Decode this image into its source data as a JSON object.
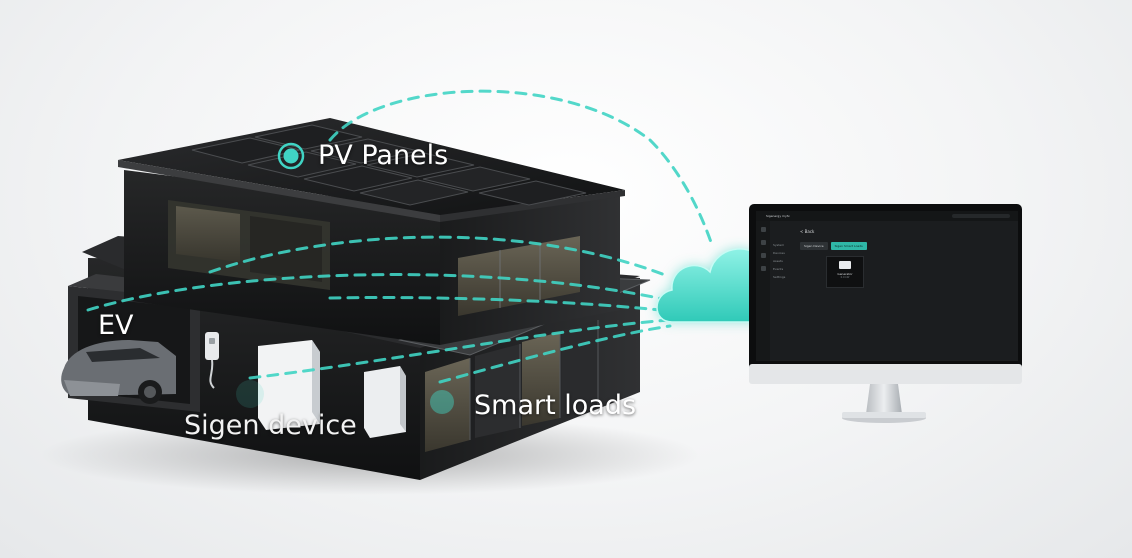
{
  "labels": {
    "pv_panels": "PV Panels",
    "ev": "EV",
    "sigen_device": "Sigen device",
    "smart_loads": "Smart loads"
  },
  "colors": {
    "accent_teal": "#40d4c4",
    "building_dark": "#1c1c1c",
    "background": "#f1f2f3"
  },
  "icons": {
    "pv_dot": "location-dot-icon",
    "cloud": "cloud-icon",
    "monitor": "monitor-icon"
  },
  "monitor_ui": {
    "app_title": "Sigenergy mySi",
    "back": "< Back",
    "tabs": [
      "Sigen Device",
      "Sigen Smart Loads"
    ],
    "side_items": [
      "System",
      "Devices",
      "Assets",
      "Events",
      "Settings"
    ],
    "card_title": "Generator",
    "card_sub": "0.0 kW"
  }
}
